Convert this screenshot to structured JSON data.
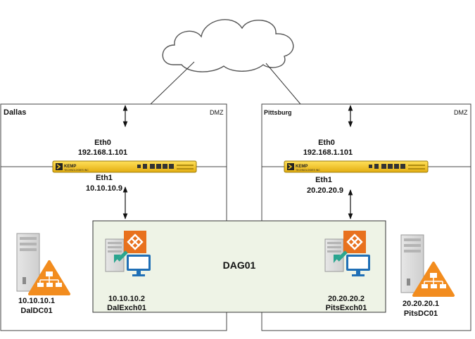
{
  "sites": {
    "left": {
      "name": "Dallas",
      "zone": "DMZ"
    },
    "right": {
      "name": "Pittsburg",
      "zone": "DMZ"
    }
  },
  "load_balancers": {
    "left": {
      "eth0_label": "Eth0",
      "eth0_ip": "192.168.1.101",
      "eth1_label": "Eth1",
      "eth1_ip": "10.10.10.9",
      "brand": "KEMP"
    },
    "right": {
      "eth0_label": "Eth0",
      "eth0_ip": "192.168.1.101",
      "eth1_label": "Eth1",
      "eth1_ip": "20.20.20.9",
      "brand": "KEMP"
    }
  },
  "dag": {
    "name": "DAG01"
  },
  "servers": {
    "dal_exch": {
      "ip": "10.10.10.2",
      "name": "DalExch01"
    },
    "pits_exch": {
      "ip": "20.20.20.2",
      "name": "PitsExch01"
    },
    "dal_dc": {
      "ip": "10.10.10.1",
      "name": "DalDC01"
    },
    "pits_dc": {
      "ip": "20.20.20.1",
      "name": "PitsDC01"
    }
  },
  "colors": {
    "dag_fill": "#eef3e6",
    "exchange_orange": "#e8711e",
    "ad_orange": "#f28c1e",
    "monitor_blue": "#1f6fb6",
    "arrow_teal": "#2aa58f",
    "kemp_yellow": "#f2c41c"
  },
  "icons": [
    "cloud-icon",
    "kemp-loadmaster-icon",
    "exchange-server-icon",
    "domain-controller-icon",
    "tower-server-icon"
  ]
}
